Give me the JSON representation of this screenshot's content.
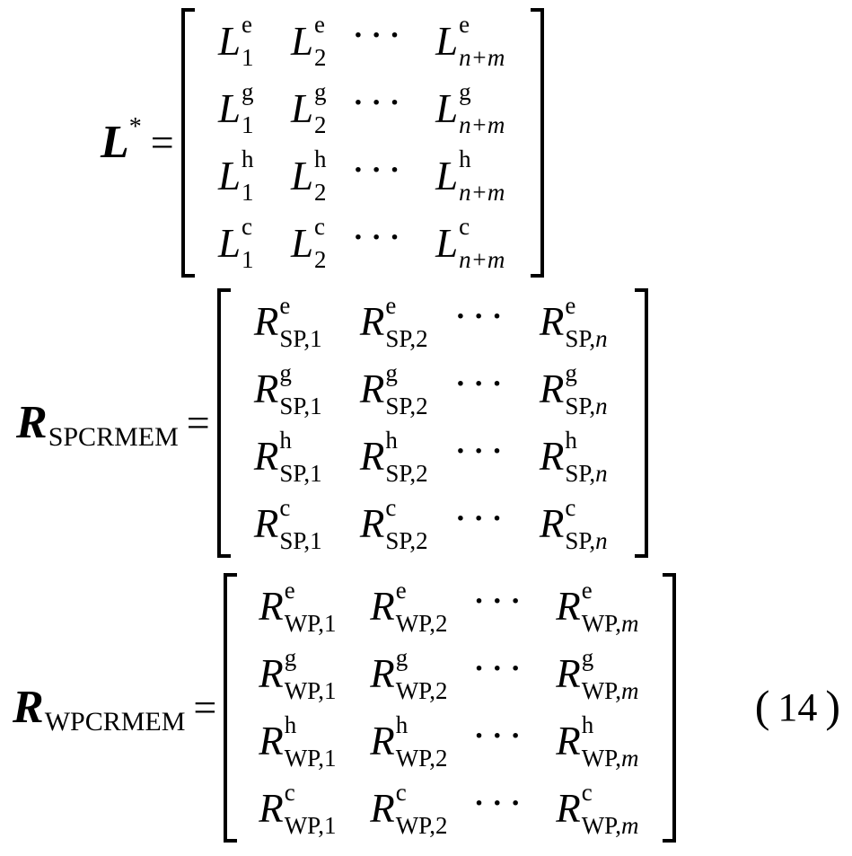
{
  "page": {
    "background": "#ffffff",
    "text_color": "#000000"
  },
  "equations": [
    {
      "id": "L-star",
      "lhs": {
        "base": "L",
        "sup": "*",
        "sub": ""
      },
      "equals": "=",
      "matrix": {
        "rows": [
          [
            {
              "type": "entry",
              "base": "L",
              "sup": "e",
              "subr": "1",
              "subi": ""
            },
            {
              "type": "entry",
              "base": "L",
              "sup": "e",
              "subr": "2",
              "subi": ""
            },
            {
              "type": "dots",
              "text": "···"
            },
            {
              "type": "entry",
              "base": "L",
              "sup": "e",
              "subr": "",
              "subi": "n+m"
            }
          ],
          [
            {
              "type": "entry",
              "base": "L",
              "sup": "g",
              "subr": "1",
              "subi": ""
            },
            {
              "type": "entry",
              "base": "L",
              "sup": "g",
              "subr": "2",
              "subi": ""
            },
            {
              "type": "dots",
              "text": "···"
            },
            {
              "type": "entry",
              "base": "L",
              "sup": "g",
              "subr": "",
              "subi": "n+m"
            }
          ],
          [
            {
              "type": "entry",
              "base": "L",
              "sup": "h",
              "subr": "1",
              "subi": ""
            },
            {
              "type": "entry",
              "base": "L",
              "sup": "h",
              "subr": "2",
              "subi": ""
            },
            {
              "type": "dots",
              "text": "···"
            },
            {
              "type": "entry",
              "base": "L",
              "sup": "h",
              "subr": "",
              "subi": "n+m"
            }
          ],
          [
            {
              "type": "entry",
              "base": "L",
              "sup": "c",
              "subr": "1",
              "subi": ""
            },
            {
              "type": "entry",
              "base": "L",
              "sup": "c",
              "subr": "2",
              "subi": ""
            },
            {
              "type": "dots",
              "text": "···"
            },
            {
              "type": "entry",
              "base": "L",
              "sup": "c",
              "subr": "",
              "subi": "n+m"
            }
          ]
        ]
      }
    },
    {
      "id": "R-SPCRMEM",
      "lhs": {
        "base": "R",
        "sup": "",
        "sub": "SPCRMEM"
      },
      "equals": "=",
      "matrix": {
        "rows": [
          [
            {
              "type": "entry",
              "base": "R",
              "sup": "e",
              "subr": "SP,1",
              "subi": ""
            },
            {
              "type": "entry",
              "base": "R",
              "sup": "e",
              "subr": "SP,2",
              "subi": ""
            },
            {
              "type": "dots",
              "text": "···"
            },
            {
              "type": "entry",
              "base": "R",
              "sup": "e",
              "subr": "SP,",
              "subi": "n"
            }
          ],
          [
            {
              "type": "entry",
              "base": "R",
              "sup": "g",
              "subr": "SP,1",
              "subi": ""
            },
            {
              "type": "entry",
              "base": "R",
              "sup": "g",
              "subr": "SP,2",
              "subi": ""
            },
            {
              "type": "dots",
              "text": "···"
            },
            {
              "type": "entry",
              "base": "R",
              "sup": "g",
              "subr": "SP,",
              "subi": "n"
            }
          ],
          [
            {
              "type": "entry",
              "base": "R",
              "sup": "h",
              "subr": "SP,1",
              "subi": ""
            },
            {
              "type": "entry",
              "base": "R",
              "sup": "h",
              "subr": "SP,2",
              "subi": ""
            },
            {
              "type": "dots",
              "text": "···"
            },
            {
              "type": "entry",
              "base": "R",
              "sup": "h",
              "subr": "SP,",
              "subi": "n"
            }
          ],
          [
            {
              "type": "entry",
              "base": "R",
              "sup": "c",
              "subr": "SP,1",
              "subi": ""
            },
            {
              "type": "entry",
              "base": "R",
              "sup": "c",
              "subr": "SP,2",
              "subi": ""
            },
            {
              "type": "dots",
              "text": "···"
            },
            {
              "type": "entry",
              "base": "R",
              "sup": "c",
              "subr": "SP,",
              "subi": "n"
            }
          ]
        ]
      }
    },
    {
      "id": "R-WPCRMEM",
      "lhs": {
        "base": "R",
        "sup": "",
        "sub": "WPCRMEM"
      },
      "equals": "=",
      "matrix": {
        "rows": [
          [
            {
              "type": "entry",
              "base": "R",
              "sup": "e",
              "subr": "WP,1",
              "subi": ""
            },
            {
              "type": "entry",
              "base": "R",
              "sup": "e",
              "subr": "WP,2",
              "subi": ""
            },
            {
              "type": "dots",
              "text": "···"
            },
            {
              "type": "entry",
              "base": "R",
              "sup": "e",
              "subr": "WP,",
              "subi": "m"
            }
          ],
          [
            {
              "type": "entry",
              "base": "R",
              "sup": "g",
              "subr": "WP,1",
              "subi": ""
            },
            {
              "type": "entry",
              "base": "R",
              "sup": "g",
              "subr": "WP,2",
              "subi": ""
            },
            {
              "type": "dots",
              "text": "···"
            },
            {
              "type": "entry",
              "base": "R",
              "sup": "g",
              "subr": "WP,",
              "subi": "m"
            }
          ],
          [
            {
              "type": "entry",
              "base": "R",
              "sup": "h",
              "subr": "WP,1",
              "subi": ""
            },
            {
              "type": "entry",
              "base": "R",
              "sup": "h",
              "subr": "WP,2",
              "subi": ""
            },
            {
              "type": "dots",
              "text": "···"
            },
            {
              "type": "entry",
              "base": "R",
              "sup": "h",
              "subr": "WP,",
              "subi": "m"
            }
          ],
          [
            {
              "type": "entry",
              "base": "R",
              "sup": "c",
              "subr": "WP,1",
              "subi": ""
            },
            {
              "type": "entry",
              "base": "R",
              "sup": "c",
              "subr": "WP,2",
              "subi": ""
            },
            {
              "type": "dots",
              "text": "···"
            },
            {
              "type": "entry",
              "base": "R",
              "sup": "c",
              "subr": "WP,",
              "subi": "m"
            }
          ]
        ]
      },
      "eq_number": {
        "open": "(",
        "value": "14",
        "close": ")"
      }
    }
  ]
}
